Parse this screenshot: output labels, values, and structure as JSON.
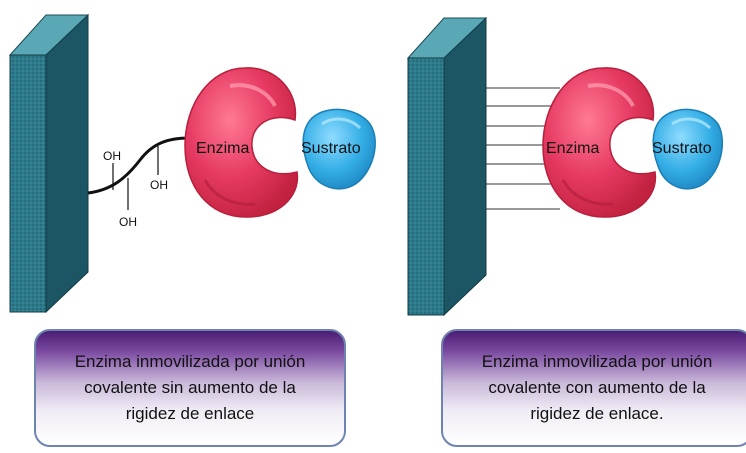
{
  "left_panel": {
    "enzyme_label": "Enzima",
    "substrate_label": "Sustrato",
    "hydroxyl_labels": [
      "OH",
      "OH",
      "OH"
    ],
    "caption": "Enzima inmovilizada por unión\ncovalente  sin aumento de la\nrigidez de enlace"
  },
  "right_panel": {
    "enzyme_label": "Enzima",
    "substrate_label": "Sustrato",
    "caption": "Enzima inmovilizada por unión\ncovalente con aumento de la\nrigidez de enlace."
  },
  "colors": {
    "support_front": "#2c7a8a",
    "support_top": "#4d9bab",
    "support_side": "#1c5563",
    "enzyme": "#e63a62",
    "substrate": "#34aee6",
    "caption_border": "#6f83b0",
    "caption_gradient_top": "#4a1f74"
  }
}
